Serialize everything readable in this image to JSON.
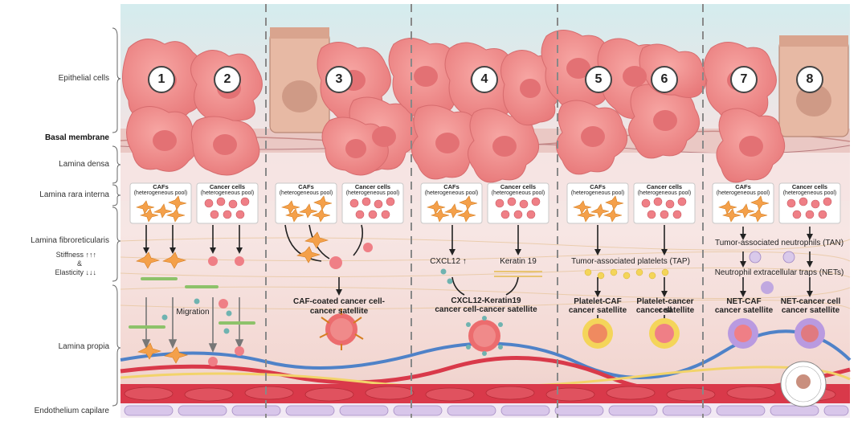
{
  "layers": {
    "epithelial": "Epithelial cells",
    "basal": "Basal membrane",
    "densa": "Lamina densa",
    "rara": "Lamina rara interna",
    "fibro": "Lamina fibroreticularis",
    "stiffness": "Stiffness ↑↑↑",
    "amp": "&",
    "elasticity": "Elasticity ↓↓↓",
    "propia": "Lamina propia",
    "endo": "Endothelium capilare"
  },
  "numbers": [
    "1",
    "2",
    "3",
    "4",
    "5",
    "6",
    "7",
    "8"
  ],
  "pools": {
    "cafs": "CAFs",
    "cancer": "Cancer cells",
    "sub": "(heterogeneous pool)"
  },
  "annotations": {
    "migration": "Migration",
    "caf_coated_1": "CAF-coated cancer cell-",
    "caf_coated_2": "cancer satellite",
    "cxcl12": "CXCL12 ↑",
    "keratin": "Keratin 19",
    "cxcl_k19_1": "CXCL12-Keratin19",
    "cxcl_k19_2": "cancer cell-cancer satellite",
    "tap": "Tumor-associated platelets (TAP)",
    "plt_caf_1": "Platelet-CAF",
    "plt_caf_2": "cancer satellite",
    "plt_cc_1": "Platelet-cancer cell",
    "plt_cc_2": "cancer satellite",
    "tan": "Tumor-associated neutrophils (TAN)",
    "nets": "Neutrophil extracellular traps (NETs)",
    "net_caf_1": "NET-CAF",
    "net_caf_2": "cancer satellite",
    "net_cc_1": "NET-cancer cell",
    "net_cc_2": "cancer satellite"
  },
  "colors": {
    "cancer": "#f08a8a",
    "cancer_dark": "#d96a6a",
    "caf": "#f4a04a",
    "membrane": "#e6b2b0",
    "tissue": "#f6dede",
    "vessel_red": "#d9394a",
    "vessel_blue": "#4f82c8",
    "endo": "#d8c6ea",
    "sky": "#cfe7ec"
  }
}
